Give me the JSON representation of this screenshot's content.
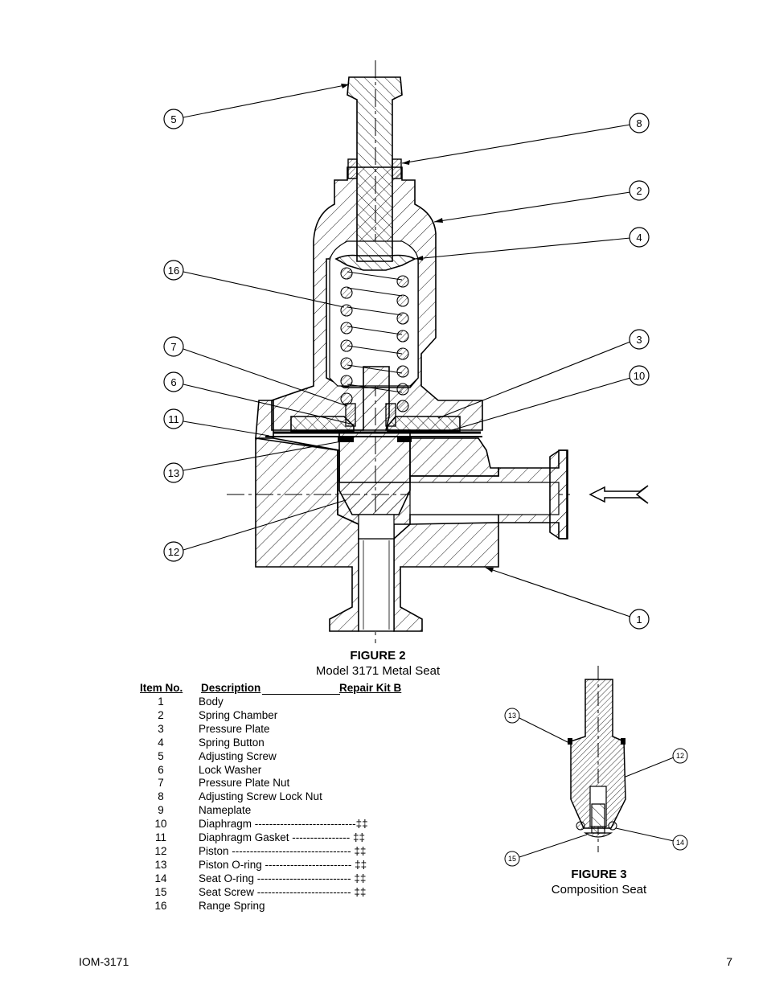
{
  "figure2": {
    "title": "FIGURE 2",
    "subtitle": "Model 3171 Metal Seat",
    "callouts": [
      "5",
      "8",
      "2",
      "4",
      "16",
      "3",
      "7",
      "10",
      "6",
      "11",
      "13",
      "12",
      "1"
    ]
  },
  "figure3": {
    "title": "FIGURE 3",
    "subtitle": "Composition Seat",
    "callouts": [
      "13",
      "12",
      "15",
      "14"
    ]
  },
  "parts_table": {
    "header_item": "Item No.",
    "header_desc": "Description",
    "header_kit": "Repair Kit B",
    "rows": [
      {
        "no": "1",
        "desc": "Body"
      },
      {
        "no": "2",
        "desc": "Spring Chamber"
      },
      {
        "no": "3",
        "desc": "Pressure Plate"
      },
      {
        "no": "4",
        "desc": "Spring Button"
      },
      {
        "no": "5",
        "desc": "Adjusting Screw"
      },
      {
        "no": "6",
        "desc": "Lock Washer"
      },
      {
        "no": "7",
        "desc": "Pressure Plate Nut"
      },
      {
        "no": "8",
        "desc": "Adjusting Screw Lock Nut"
      },
      {
        "no": "9",
        "desc": "Nameplate"
      },
      {
        "no": "10",
        "desc": "Diaphragm ----------------------------‡‡"
      },
      {
        "no": "11",
        "desc": "Diaphragm Gasket ---------------- ‡‡"
      },
      {
        "no": "12",
        "desc": "Piston --------------------------------- ‡‡"
      },
      {
        "no": "13",
        "desc": "Piston O-ring ------------------------ ‡‡"
      },
      {
        "no": "14",
        "desc": "Seat O-ring -------------------------- ‡‡"
      },
      {
        "no": "15",
        "desc": "Seat Screw -------------------------- ‡‡"
      },
      {
        "no": "16",
        "desc": "Range Spring"
      }
    ]
  },
  "footer": {
    "doc_id": "IOM-3171",
    "page": "7"
  }
}
